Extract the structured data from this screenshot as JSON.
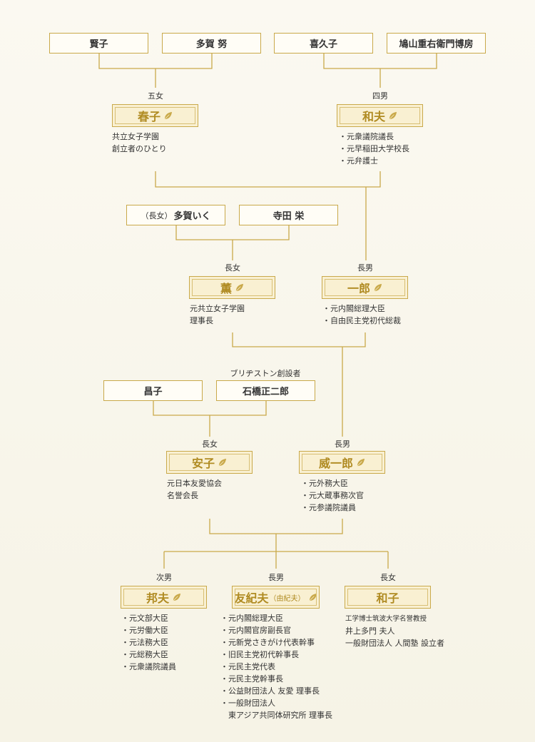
{
  "top_parents": {
    "kenko": "賢子",
    "taga_tsutomu": "多賀 努",
    "kikuko": "喜久子",
    "hatoyama_shigeemon": "鳩山重右衛門博房"
  },
  "gen1": {
    "haruko": {
      "relation": "五女",
      "name": "春子",
      "desc": [
        "共立女子学園",
        "創立者のひとり"
      ]
    },
    "kazuo": {
      "relation": "四男",
      "name": "和夫",
      "desc": [
        "・元衆議院議長",
        "・元早稲田大学校長",
        "・元弁護士"
      ]
    }
  },
  "gen2_parents": {
    "taga_iku_prefix": "（長女）",
    "taga_iku": "多賀いく",
    "terada_sakae": "寺田 栄"
  },
  "gen2": {
    "kaoru": {
      "relation": "長女",
      "name": "薫",
      "desc": [
        "元共立女子学園",
        "理事長"
      ]
    },
    "ichiro": {
      "relation": "長男",
      "name": "一郎",
      "desc": [
        "・元内閣総理大臣",
        "・自由民主党初代総裁"
      ]
    }
  },
  "gen3_parents": {
    "bridgestone_note": "ブリヂストン創設者",
    "masako": "昌子",
    "ishibashi": "石橋正二郎"
  },
  "gen3": {
    "yasuko": {
      "relation": "長女",
      "name": "安子",
      "desc": [
        "元日本友愛協会",
        "名誉会長"
      ]
    },
    "iichiro": {
      "relation": "長男",
      "name": "威一郎",
      "desc": [
        "・元外務大臣",
        "・元大蔵事務次官",
        "・元参議院議員"
      ]
    }
  },
  "gen4": {
    "kunio": {
      "relation": "次男",
      "name": "邦夫",
      "desc": [
        "・元文部大臣",
        "・元労働大臣",
        "・元法務大臣",
        "・元総務大臣",
        "・元衆議院議員"
      ]
    },
    "yukio": {
      "relation": "長男",
      "name": "友紀夫",
      "name_sub": "（由紀夫）",
      "desc": [
        "・元内閣総理大臣",
        "・元内閣官房副長官",
        "・元新党さきがけ代表幹事",
        "・旧民主党初代幹事長",
        "・元民主党代表",
        "・元民主党幹事長",
        "・公益財団法人 友愛 理事長",
        "・一般財団法人",
        "　東アジア共同体研究所 理事長"
      ]
    },
    "kazuko": {
      "relation": "長女",
      "name": "和子",
      "desc": [
        "工学博士筑波大学名誉教授",
        "井上多門 夫人",
        "一般財団法人 人間塾 設立者"
      ]
    }
  },
  "colors": {
    "gold": "#c9a94a",
    "name_text": "#b08b22",
    "name_bg": "#f9f0d2",
    "background": "#f8f5ea"
  },
  "icons": {
    "leaf": "leaf-icon"
  }
}
